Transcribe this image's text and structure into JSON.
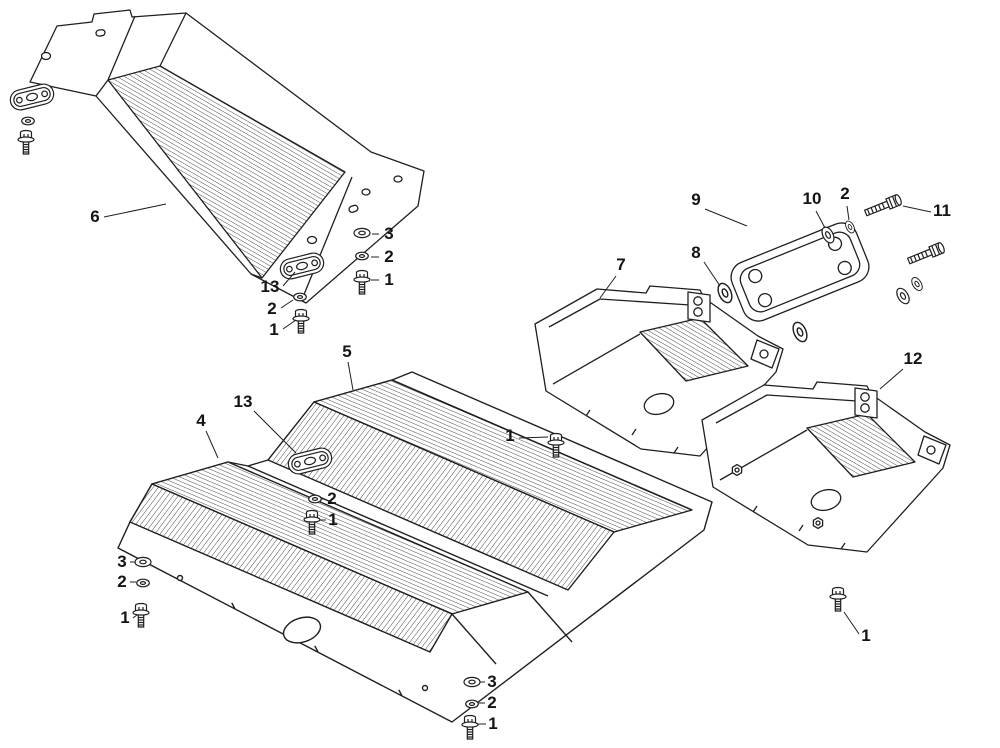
{
  "figure": {
    "type": "exploded-parts-diagram",
    "background_color": "#ffffff",
    "line_color": "#1f1f1f",
    "callouts": [
      {
        "label": "6"
      },
      {
        "label": "3"
      },
      {
        "label": "2"
      },
      {
        "label": "1"
      },
      {
        "label": "13"
      },
      {
        "label": "2"
      },
      {
        "label": "1"
      },
      {
        "label": "5"
      },
      {
        "label": "13"
      },
      {
        "label": "4"
      },
      {
        "label": "2"
      },
      {
        "label": "1"
      },
      {
        "label": "3"
      },
      {
        "label": "2"
      },
      {
        "label": "1"
      },
      {
        "label": "3"
      },
      {
        "label": "2"
      },
      {
        "label": "1"
      },
      {
        "label": "9"
      },
      {
        "label": "10"
      },
      {
        "label": "2"
      },
      {
        "label": "11"
      },
      {
        "label": "8"
      },
      {
        "label": "7"
      },
      {
        "label": "1"
      },
      {
        "label": "12"
      },
      {
        "label": "1"
      }
    ]
  }
}
